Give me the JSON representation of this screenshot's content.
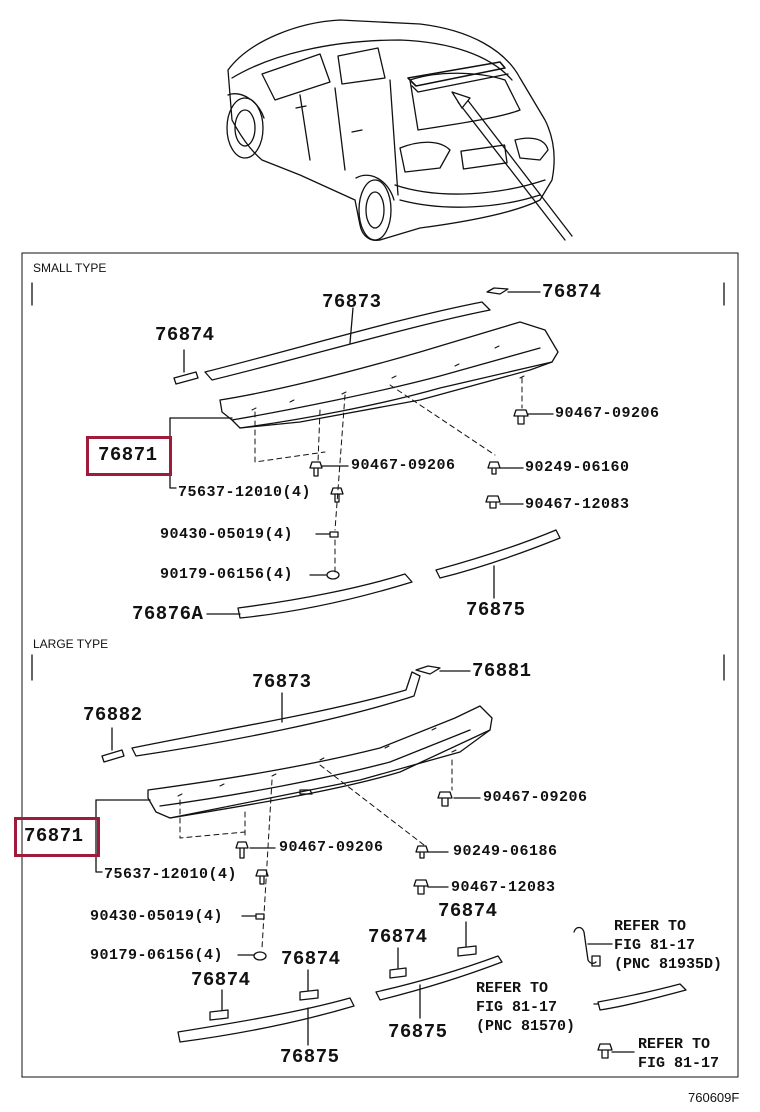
{
  "sections": {
    "small": "SMALL TYPE",
    "large": "LARGE TYPE"
  },
  "small_parts": {
    "p76874_right": "76874",
    "p76873": "76873",
    "p76874_left": "76874",
    "p90467_09206_a": "90467-09206",
    "p76871": "76871",
    "p90467_09206_b": "90467-09206",
    "p90249_06160": "90249-06160",
    "p75637_12010": "75637-12010(4)",
    "p90467_12083": "90467-12083",
    "p90430_05019": "90430-05019(4)",
    "p90179_06156": "90179-06156(4)",
    "p76876A": "76876A",
    "p76875": "76875"
  },
  "large_parts": {
    "p76881": "76881",
    "p76873": "76873",
    "p76882": "76882",
    "p90467_09206_a": "90467-09206",
    "p76871": "76871",
    "p90467_09206_b": "90467-09206",
    "p90249_06186": "90249-06186",
    "p75637_12010": "75637-12010(4)",
    "p90467_12083": "90467-12083",
    "p90430_05019": "90430-05019(4)",
    "p90179_06156": "90179-06156(4)",
    "p76874_a": "76874",
    "p76874_b": "76874",
    "p76874_c": "76874",
    "p76874_d": "76874",
    "p76875_a": "76875",
    "p76875_b": "76875"
  },
  "refers": {
    "r1": "REFER TO\nFIG 81-17\n(PNC 81935D)",
    "r2": "REFER TO\nFIG 81-17\n(PNC 81570)",
    "r3": "REFER TO\nFIG 81-17"
  },
  "figure_code": "760609F",
  "colors": {
    "highlight": "#9e1b3a",
    "line": "#111111"
  }
}
